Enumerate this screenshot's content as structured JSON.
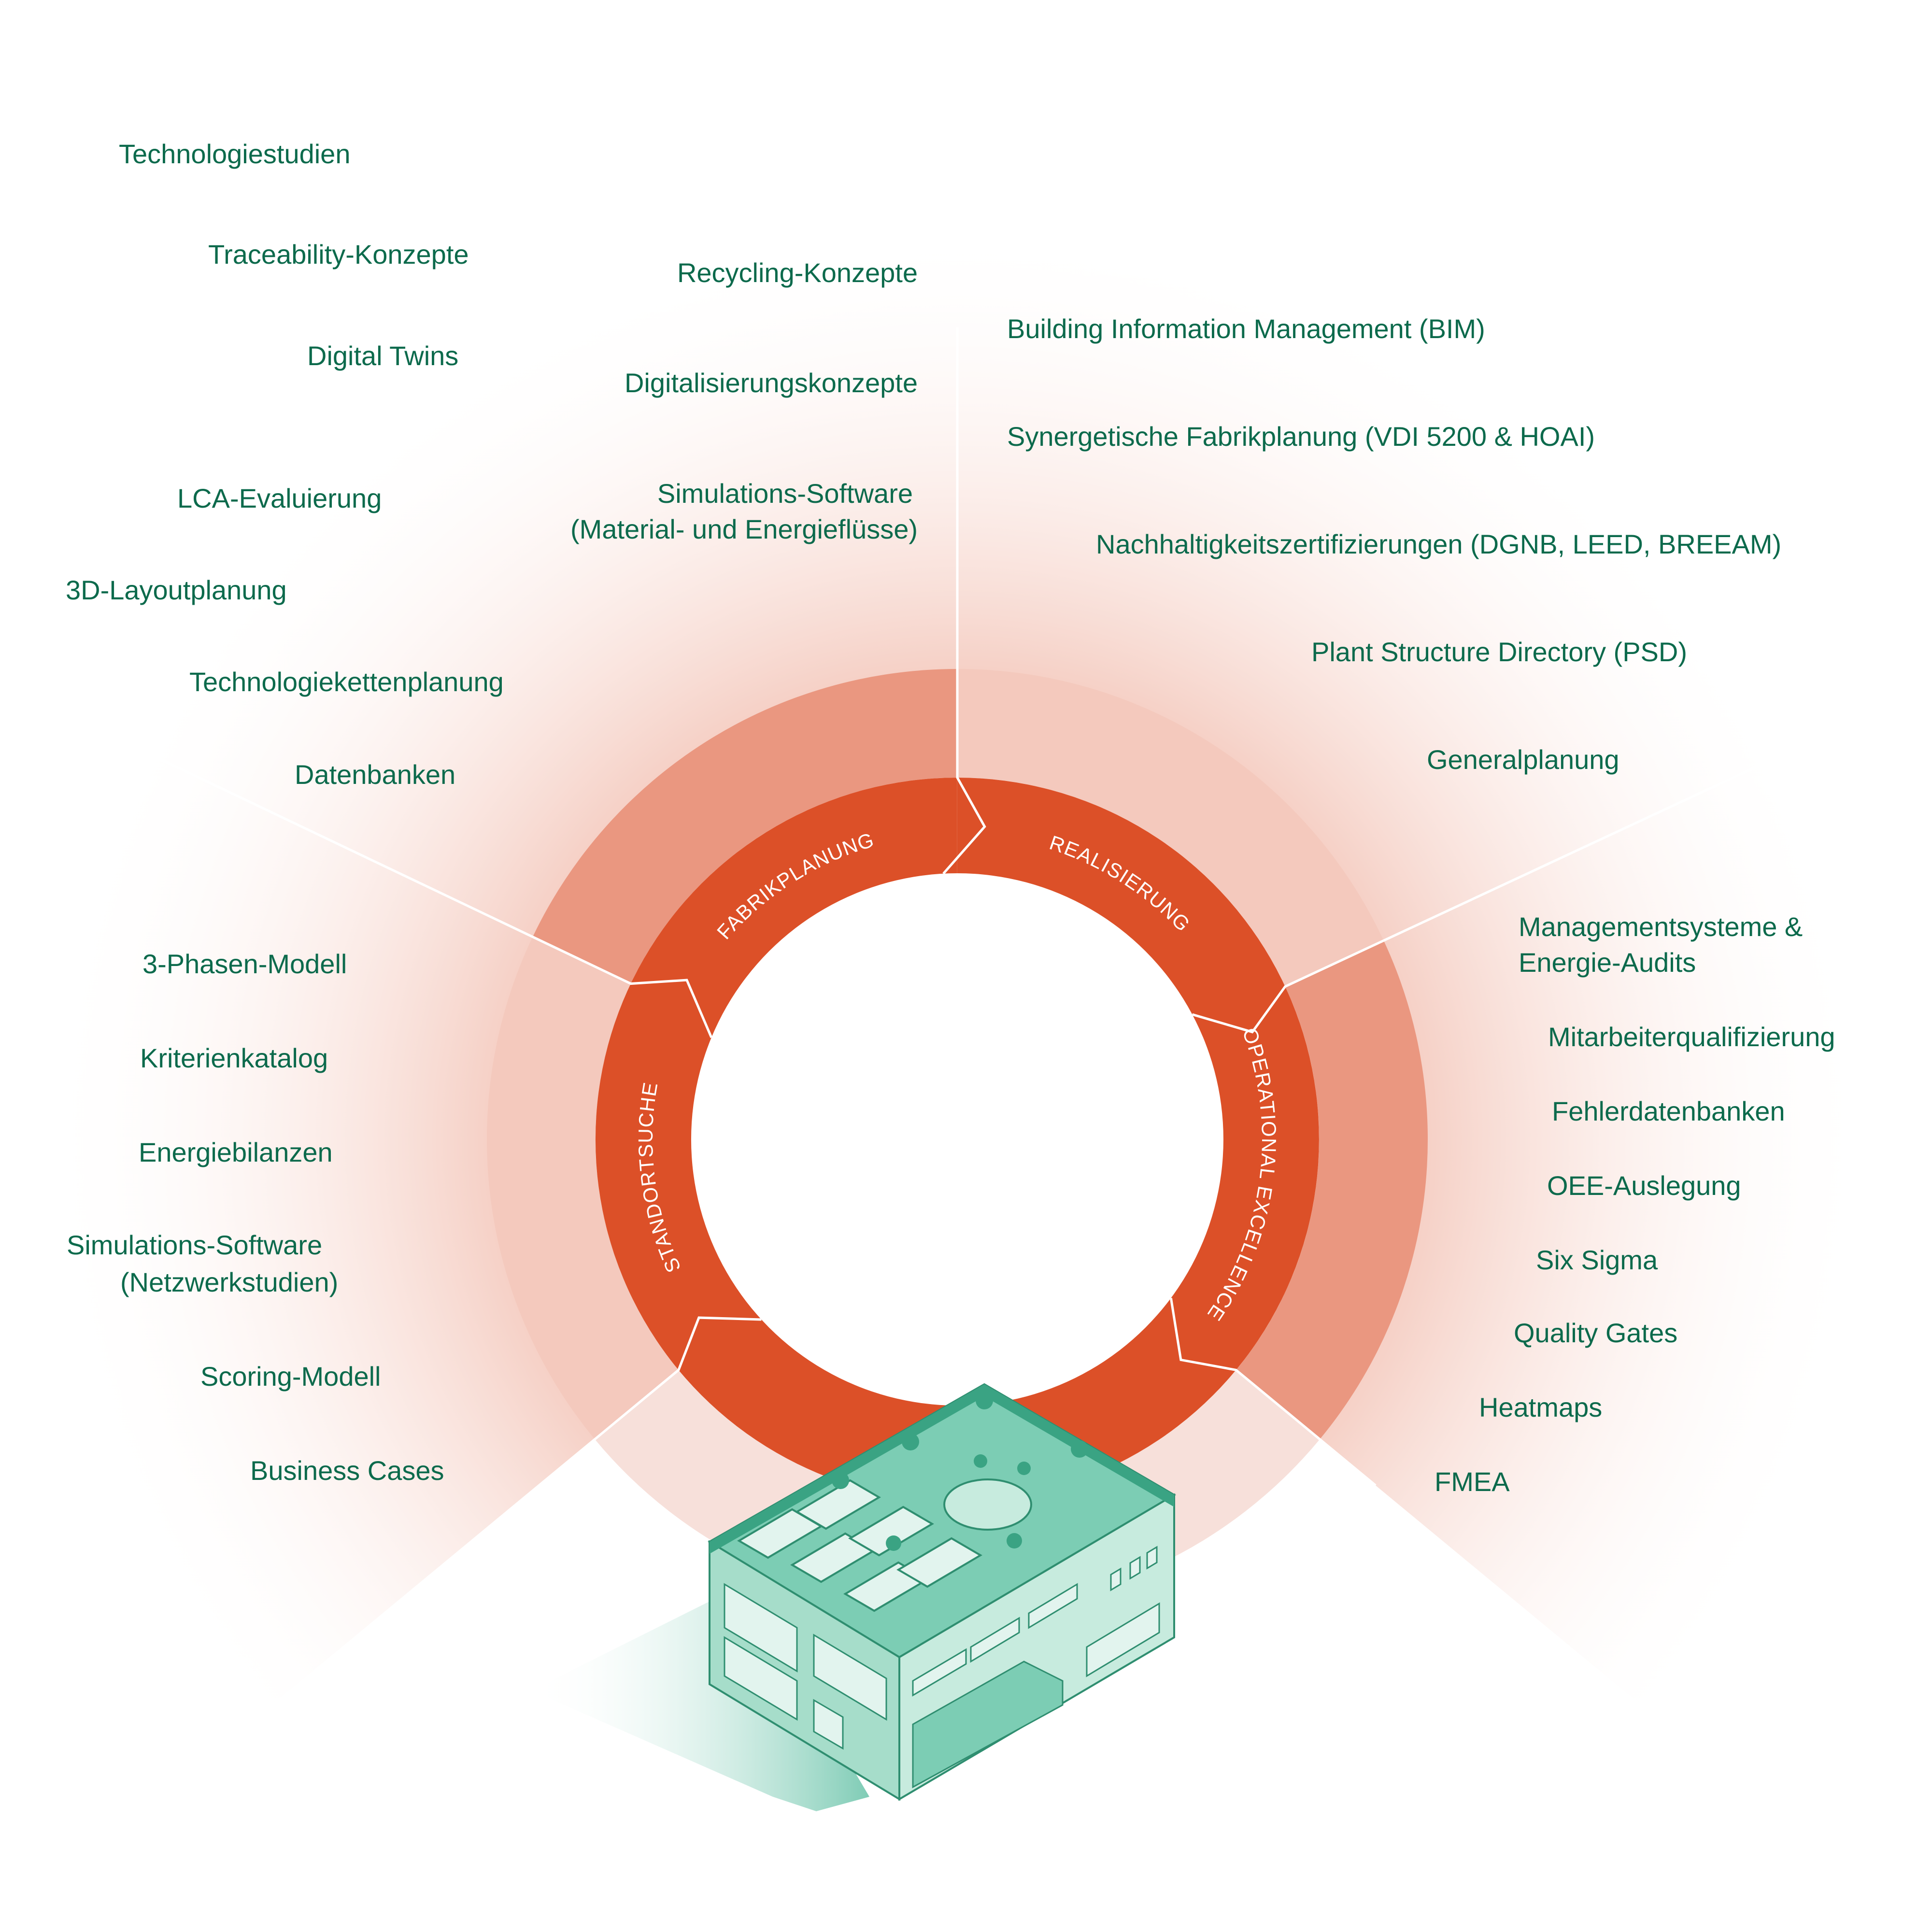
{
  "phases": {
    "fabrikplanung": {
      "label": "FABRIKPLANUNG",
      "items_outer": [
        "Technologiestudien",
        "Traceability-Konzepte",
        "Digital Twins",
        "LCA-Evaluierung",
        "3D-Layoutplanung",
        "Technologiekettenplanung",
        "Datenbanken"
      ],
      "items_inner": [
        "Recycling-Konzepte",
        "Digitalisierungskonzepte",
        "Simulations-Software",
        "(Material- und Energieflüsse)"
      ]
    },
    "realisierung": {
      "label": "REALISIERUNG",
      "items": [
        "Building Information Management (BIM)",
        "Synergetische Fabrikplanung (VDI 5200 & HOAI)",
        "Nachhaltigkeitszertifizierungen (DGNB, LEED, BREEAM)",
        "Plant Structure Directory (PSD)",
        "Generalplanung"
      ]
    },
    "operational_excellence": {
      "label": "OPERATIONAL EXCELLENCE",
      "items": [
        "Managementsysteme &",
        "Energie-Audits",
        "Mitarbeiterqualifizierung",
        "Fehlerdatenbanken",
        "OEE-Auslegung",
        "Six Sigma",
        "Quality Gates",
        "Heatmaps",
        "FMEA"
      ]
    },
    "standortsuche": {
      "label": "STANDORTSUCHE",
      "items": [
        "3-Phasen-Modell",
        "Kriterienkatalog",
        "Energiebilanzen",
        "Simulations-Software",
        "(Netzwerkstudien)",
        "Scoring-Modell",
        "Business Cases"
      ]
    }
  },
  "colors": {
    "ring_inner": "#dc5028",
    "ring_outer_dark": "#ea9780",
    "ring_outer_light": "#f4c9bd",
    "text": "#0c6a4c",
    "building": "#5fbfa3"
  }
}
